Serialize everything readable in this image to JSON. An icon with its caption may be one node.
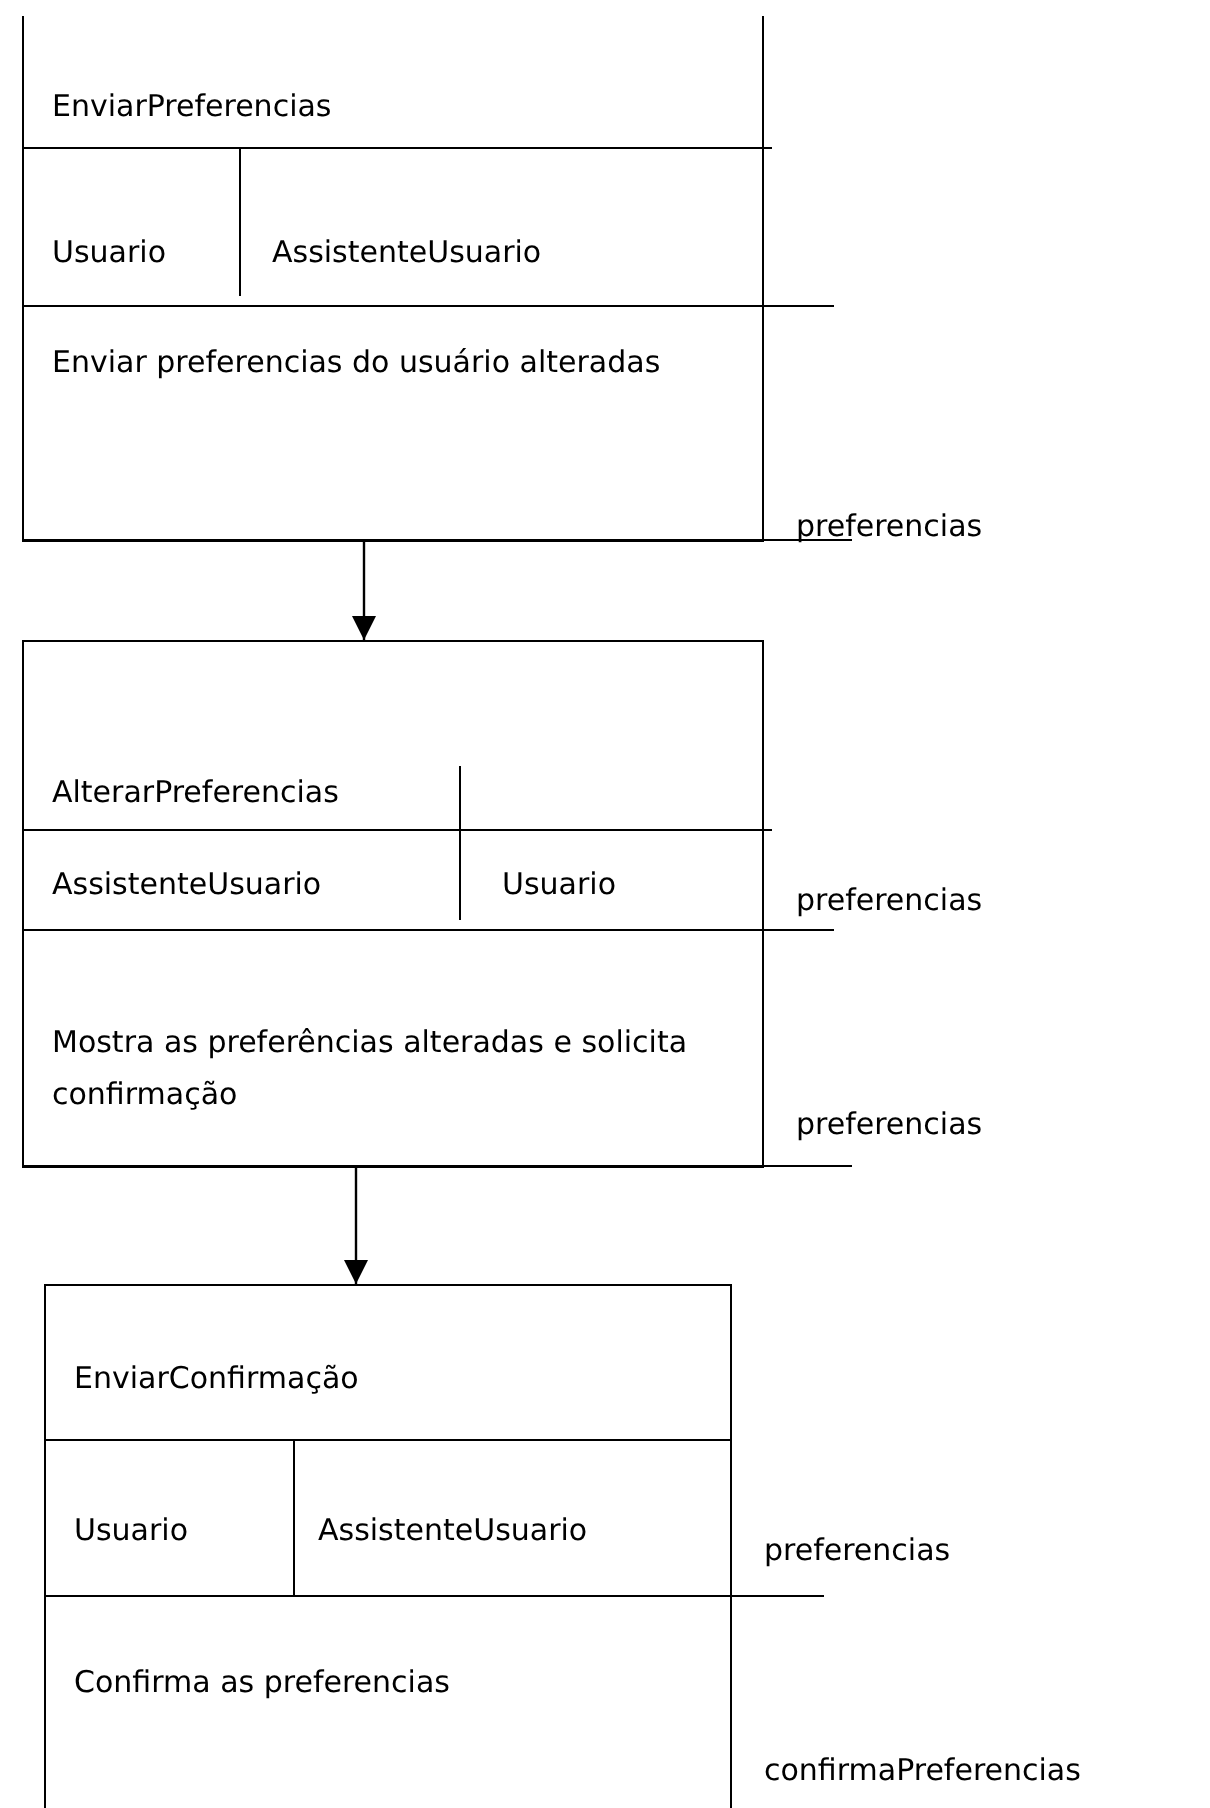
{
  "diagram": {
    "nodes": [
      {
        "text": [
          "EnviarPreferencias",
          "Usuario",
          "AssistenteUsuario",
          "Enviar preferencias do usuário alteradas"
        ],
        "beside": [
          "preferencias"
        ]
      },
      {
        "text": [
          "AlterarPreferencias",
          "AssistenteUsuario",
          "Usuario",
          "Mostra as preferências alteradas e solicita confirmação"
        ],
        "beside": [
          "preferencias",
          "preferencias"
        ]
      },
      {
        "text": [
          "EnviarConfirmação",
          "Usuario",
          "AssistenteUsuario",
          "Confirma as preferencias"
        ],
        "beside": [
          "preferencias",
          "confirmaPreferencias"
        ]
      }
    ],
    "edges": [
      {
        "from": 0,
        "to": 1,
        "arrow": "to"
      },
      {
        "from": 1,
        "to": 2,
        "arrow": "to"
      }
    ]
  }
}
